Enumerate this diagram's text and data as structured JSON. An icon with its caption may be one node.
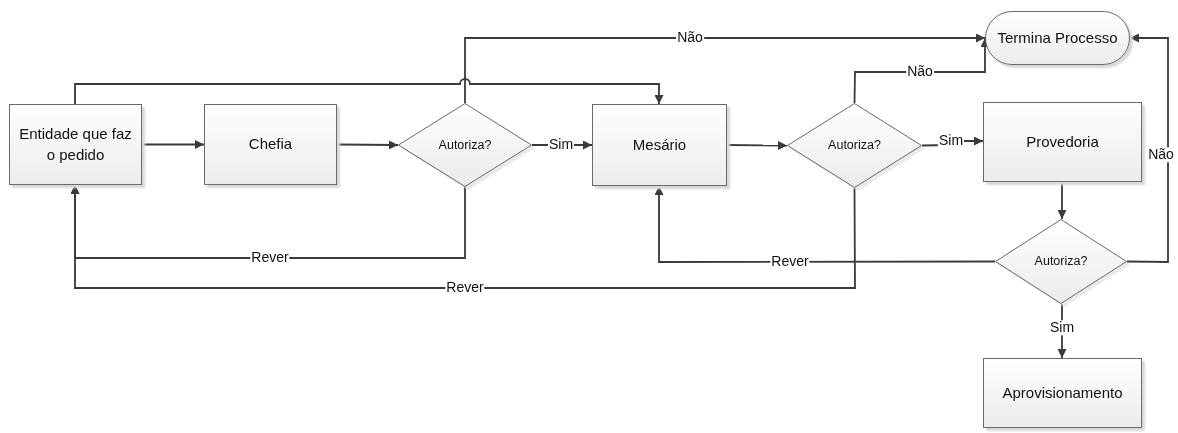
{
  "diagram": {
    "nodes": [
      {
        "text": [
          "Entidade que faz o pedido"
        ]
      },
      {
        "text": [
          "Chefia"
        ]
      },
      {
        "text": [
          "Autoriza?"
        ]
      },
      {
        "text": [
          "Mesário"
        ]
      },
      {
        "text": [
          "Autoriza?"
        ]
      },
      {
        "text": [
          "Termina Processo"
        ]
      },
      {
        "text": [
          "Provedoria"
        ]
      },
      {
        "text": [
          "Autoriza?"
        ]
      },
      {
        "text": [
          "Aprovisionamento"
        ]
      }
    ],
    "edges": [
      {
        "from": 0,
        "to": 1,
        "arrow": "to"
      },
      {
        "from": 1,
        "to": 2,
        "arrow": "to"
      },
      {
        "from": 2,
        "to": 3,
        "arrow": "to",
        "label": "Sim"
      },
      {
        "from": 2,
        "to": 5,
        "arrow": "to",
        "label": "Não"
      },
      {
        "from": 2,
        "to": 0,
        "arrow": "to",
        "label": "Rever"
      },
      {
        "from": 0,
        "to": 3,
        "arrow": "to"
      },
      {
        "from": 3,
        "to": 4,
        "arrow": "to"
      },
      {
        "from": 4,
        "to": 6,
        "arrow": "to",
        "label": "Sim"
      },
      {
        "from": 4,
        "to": 5,
        "arrow": "to",
        "label": "Não"
      },
      {
        "from": 4,
        "to": 0,
        "arrow": "to",
        "label": "Rever"
      },
      {
        "from": 6,
        "to": 7,
        "arrow": "to"
      },
      {
        "from": 7,
        "to": 3,
        "arrow": "to",
        "label": "Rever"
      },
      {
        "from": 7,
        "to": 5,
        "arrow": "to",
        "label": "Não"
      },
      {
        "from": 7,
        "to": 8,
        "arrow": "to",
        "label": "Sim"
      }
    ]
  }
}
